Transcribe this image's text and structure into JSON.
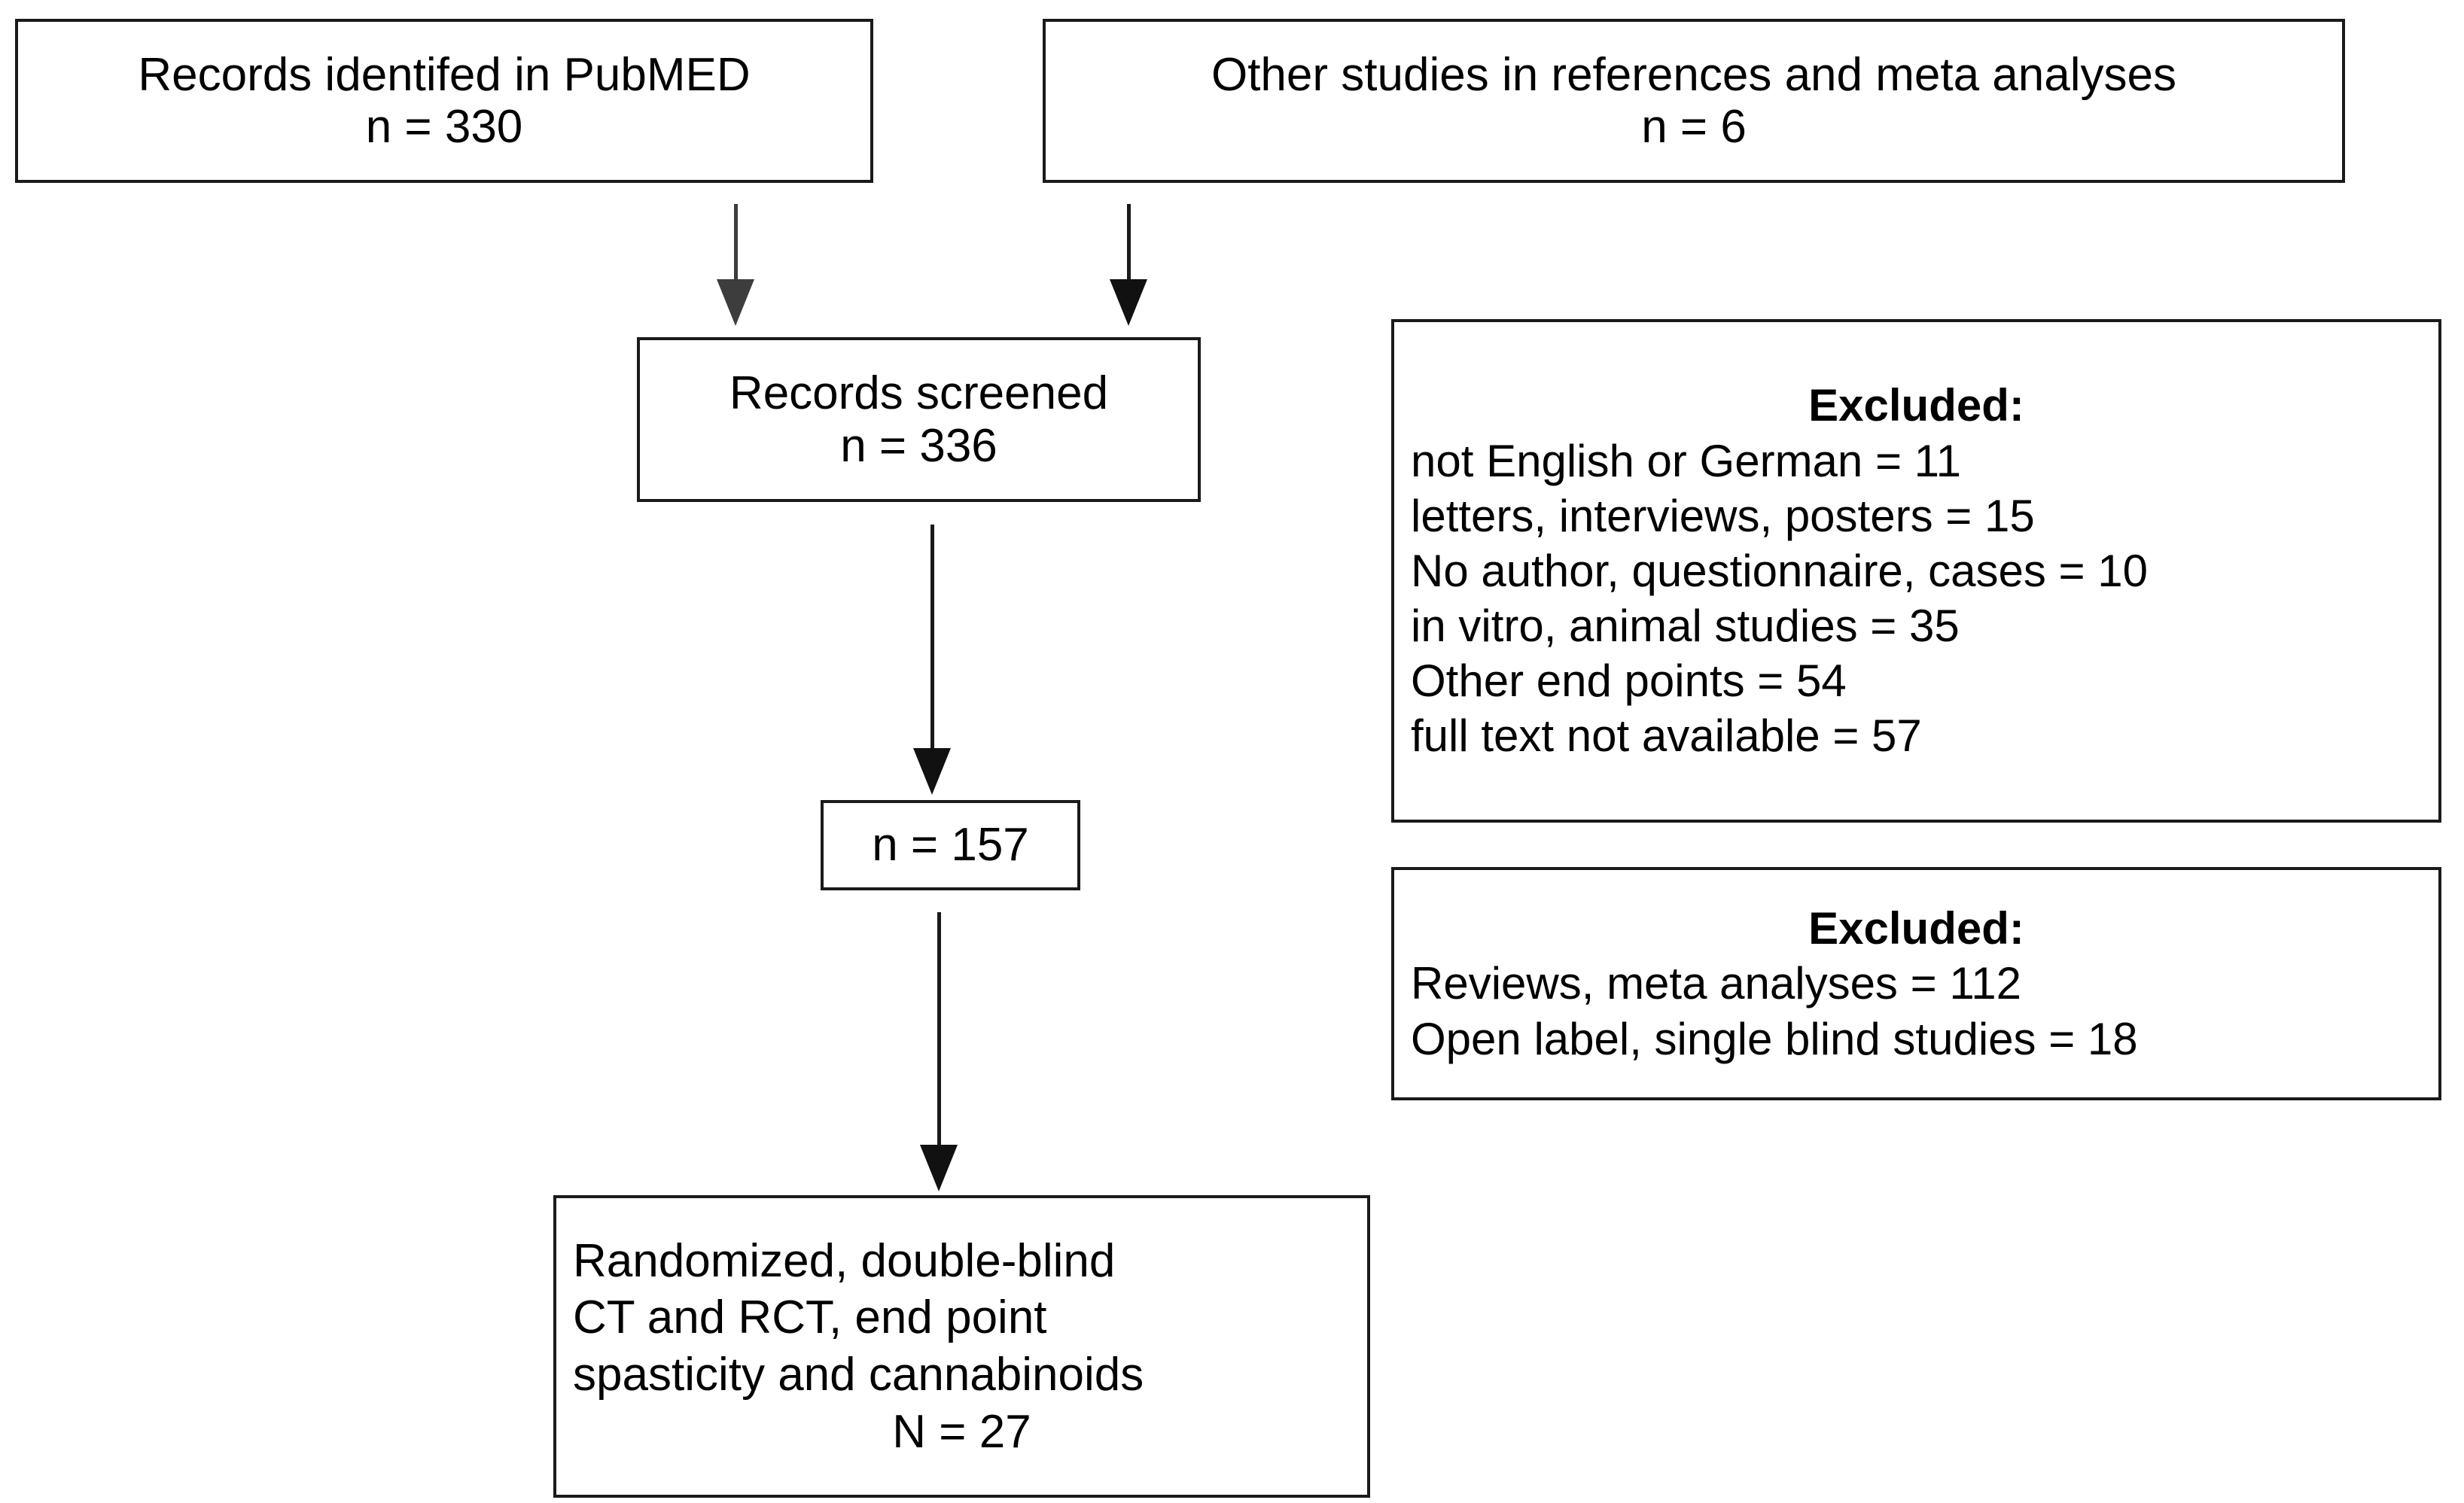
{
  "diagram": {
    "type": "prisma-flow-diagram",
    "nodes": {
      "pubmed": {
        "line1": "Records identifed in PubMED",
        "line2": "n = 330"
      },
      "other_sources": {
        "line1": "Other studies in references and meta analyses",
        "line2": "n = 6"
      },
      "screened": {
        "line1": "Records screened",
        "line2": "n = 336"
      },
      "excluded_1": {
        "title": "Excluded:",
        "reasons": [
          "not English or German = 11",
          "letters, interviews, posters = 15",
          "No author, questionnaire, cases = 10",
          "in vitro, animal studies = 35",
          "Other end points = 54",
          "full text not available = 57"
        ]
      },
      "remaining": {
        "line1": "n = 157"
      },
      "excluded_2": {
        "title": "Excluded:",
        "reasons": [
          "Reviews, meta analyses = 112",
          "Open label, single blind studies = 18"
        ]
      },
      "included": {
        "line1": "Randomized, double-blind",
        "line2": "CT and RCT, end point",
        "line3": "spasticity and cannabinoids",
        "line4": "N = 27"
      }
    },
    "colors": {
      "box_border": "#1a1a1a",
      "background": "#ffffff",
      "text": "#000000",
      "arrow_dark": "#3d3d3d",
      "arrow_black": "#111111"
    }
  }
}
